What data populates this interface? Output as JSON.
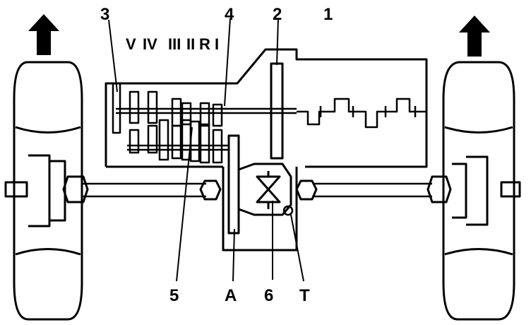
{
  "labels": {
    "one": "1",
    "two": "2",
    "three": "3",
    "four": "4",
    "five": "5",
    "six": "6",
    "a": "A",
    "t": "T",
    "gears": [
      "V",
      "IV",
      "III",
      "II",
      "R",
      "I"
    ]
  },
  "icons": {
    "left_arrow": "up-arrow-icon",
    "right_arrow": "up-arrow-icon"
  },
  "colors": {
    "ink": "#000000",
    "paper": "#ffffff"
  }
}
